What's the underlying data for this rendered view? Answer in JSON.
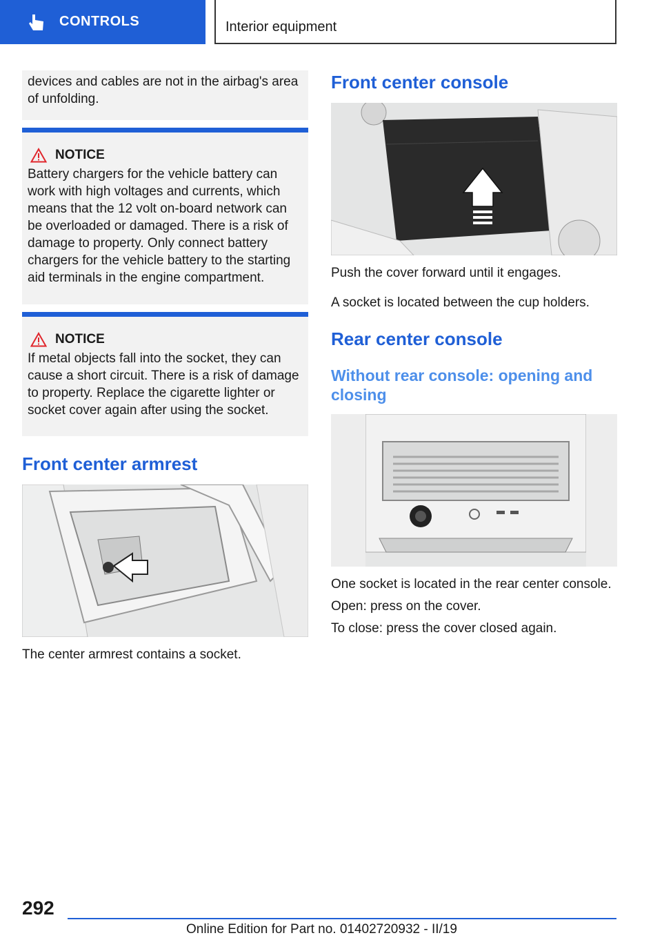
{
  "header": {
    "section_label": "CONTROLS",
    "chapter_title": "Interior equipment",
    "section_icon": "pointing-hand-icon"
  },
  "left": {
    "cont_box_text": "devices and cables are not in the airbag's area of unfolding.",
    "notice1": {
      "heading": "NOTICE",
      "icon": "warning-triangle-icon",
      "text": "Battery chargers for the vehicle battery can work with high voltages and currents, which means that the 12 volt on-board network can be overloaded or damaged. There is a risk of damage to property. Only connect battery chargers for the vehicle battery to the starting aid terminals in the engine compartment."
    },
    "notice2": {
      "heading": "NOTICE",
      "icon": "warning-triangle-icon",
      "text": "If metal objects fall into the socket, they can cause a short circuit. There is a risk of damage to property. Replace the cigarette lighter or socket cover again after using the socket."
    },
    "armrest": {
      "heading": "Front center armrest",
      "caption": "The center armrest contains a socket."
    }
  },
  "right": {
    "front_console": {
      "heading": "Front center console",
      "para1": "Push the cover forward until it engages.",
      "para2": "A socket is located between the cup holders."
    },
    "rear_console": {
      "heading": "Rear center console",
      "subheading": "Without rear console: opening and closing",
      "para1": "One socket is located in the rear center console.",
      "para2": "Open: press on the cover.",
      "para3": "To close: press the cover closed again."
    }
  },
  "footer": {
    "page_number": "292",
    "edition": "Online Edition for Part no. 01402720932 - II/19"
  },
  "colors": {
    "accent": "#1f5fd6",
    "subheading": "#4d8fea",
    "box_bg": "#f2f2f2"
  }
}
